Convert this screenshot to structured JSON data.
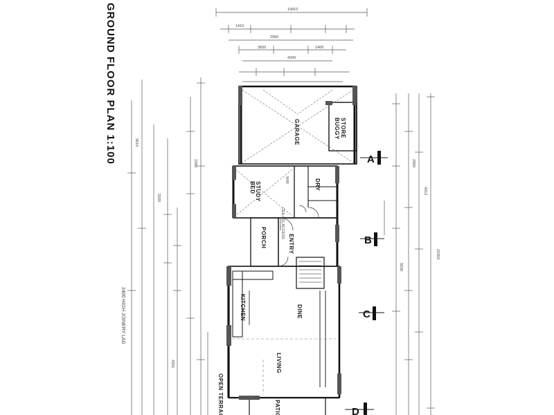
{
  "title": "GROUND FLOOR PLAN  1:100",
  "rooms": {
    "garage": "GARAGE",
    "store": "STORE",
    "buggy": "BUGGY",
    "study": "STUDY",
    "bed": "BED",
    "dry": "DRY",
    "porch": "PORCH",
    "entry": "ENTRY",
    "kitchen": "KITCHEN",
    "dine": "DINE",
    "living": "LIVING",
    "patio": "PATIO",
    "open_terrace": "OPEN TERRACE",
    "joinery": "2400 HIGH JOINERY LAD",
    "ceiling": "CEILING ACCESS",
    "wir": "WIR"
  },
  "sections": {
    "a": "A",
    "b": "B",
    "c": "C",
    "d": "D"
  },
  "dimensions": {
    "top_overall": "10810",
    "top_a": "1410",
    "top_b": "2960",
    "top_c": "3650",
    "top_d": "1400",
    "top_e": "4200",
    "right_overall": "22350",
    "right_a": "4313",
    "right_b": "2950",
    "right_c": "5630",
    "left_a": "5610",
    "left_b": "3320",
    "left_c": "4301",
    "left_d": "2390"
  }
}
